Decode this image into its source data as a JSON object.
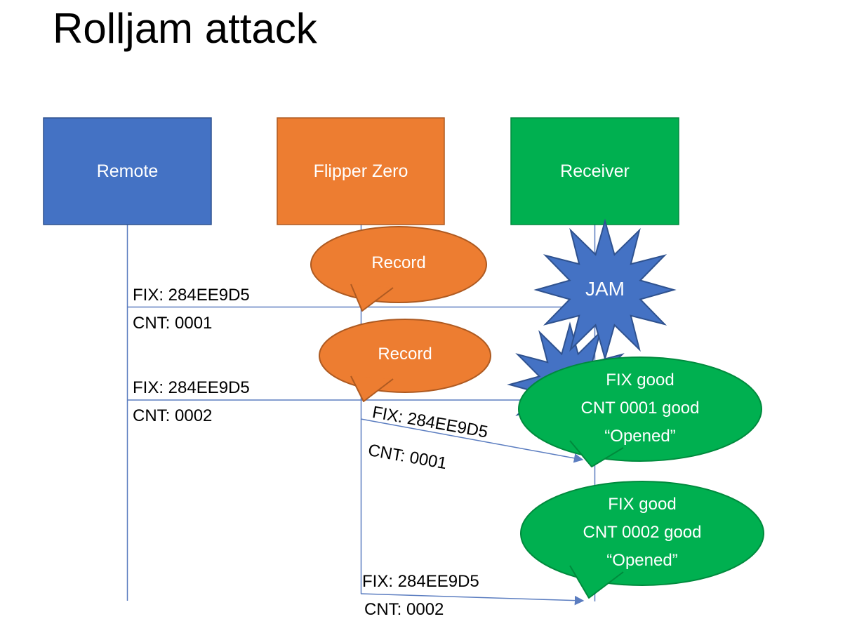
{
  "title": "Rolljam attack",
  "actors": [
    {
      "label": "Remote"
    },
    {
      "label": "Flipper Zero"
    },
    {
      "label": "Receiver"
    }
  ],
  "messages": [
    {
      "fix": "FIX: 284EE9D5",
      "cnt": "CNT: 0001"
    },
    {
      "fix": "FIX: 284EE9D5",
      "cnt": "CNT: 0002"
    },
    {
      "fix": "FIX: 284EE9D5",
      "cnt": "CNT: 0001"
    },
    {
      "fix": "FIX: 284EE9D5",
      "cnt": "CNT: 0002"
    }
  ],
  "callouts": {
    "record1": "Record",
    "record2": "Record",
    "jam": "JAM",
    "receiver1": {
      "line1": "FIX good",
      "line2": "CNT 0001 good",
      "line3": "“Opened”"
    },
    "receiver2": {
      "line1": "FIX good",
      "line2": "CNT 0002 good",
      "line3": "“Opened”"
    }
  },
  "colors": {
    "remote_fill": "#4472C4",
    "remote_border": "#2F528F",
    "flipper_fill": "#ED7D31",
    "flipper_border": "#AE5A21",
    "receiver_fill": "#00B050",
    "receiver_border": "#008A3D",
    "jam_fill": "#4472C4",
    "jam_border": "#2F528F",
    "connector": "#5B7DC0",
    "text": "#000000",
    "bubble_text": "#FFFFFF"
  }
}
